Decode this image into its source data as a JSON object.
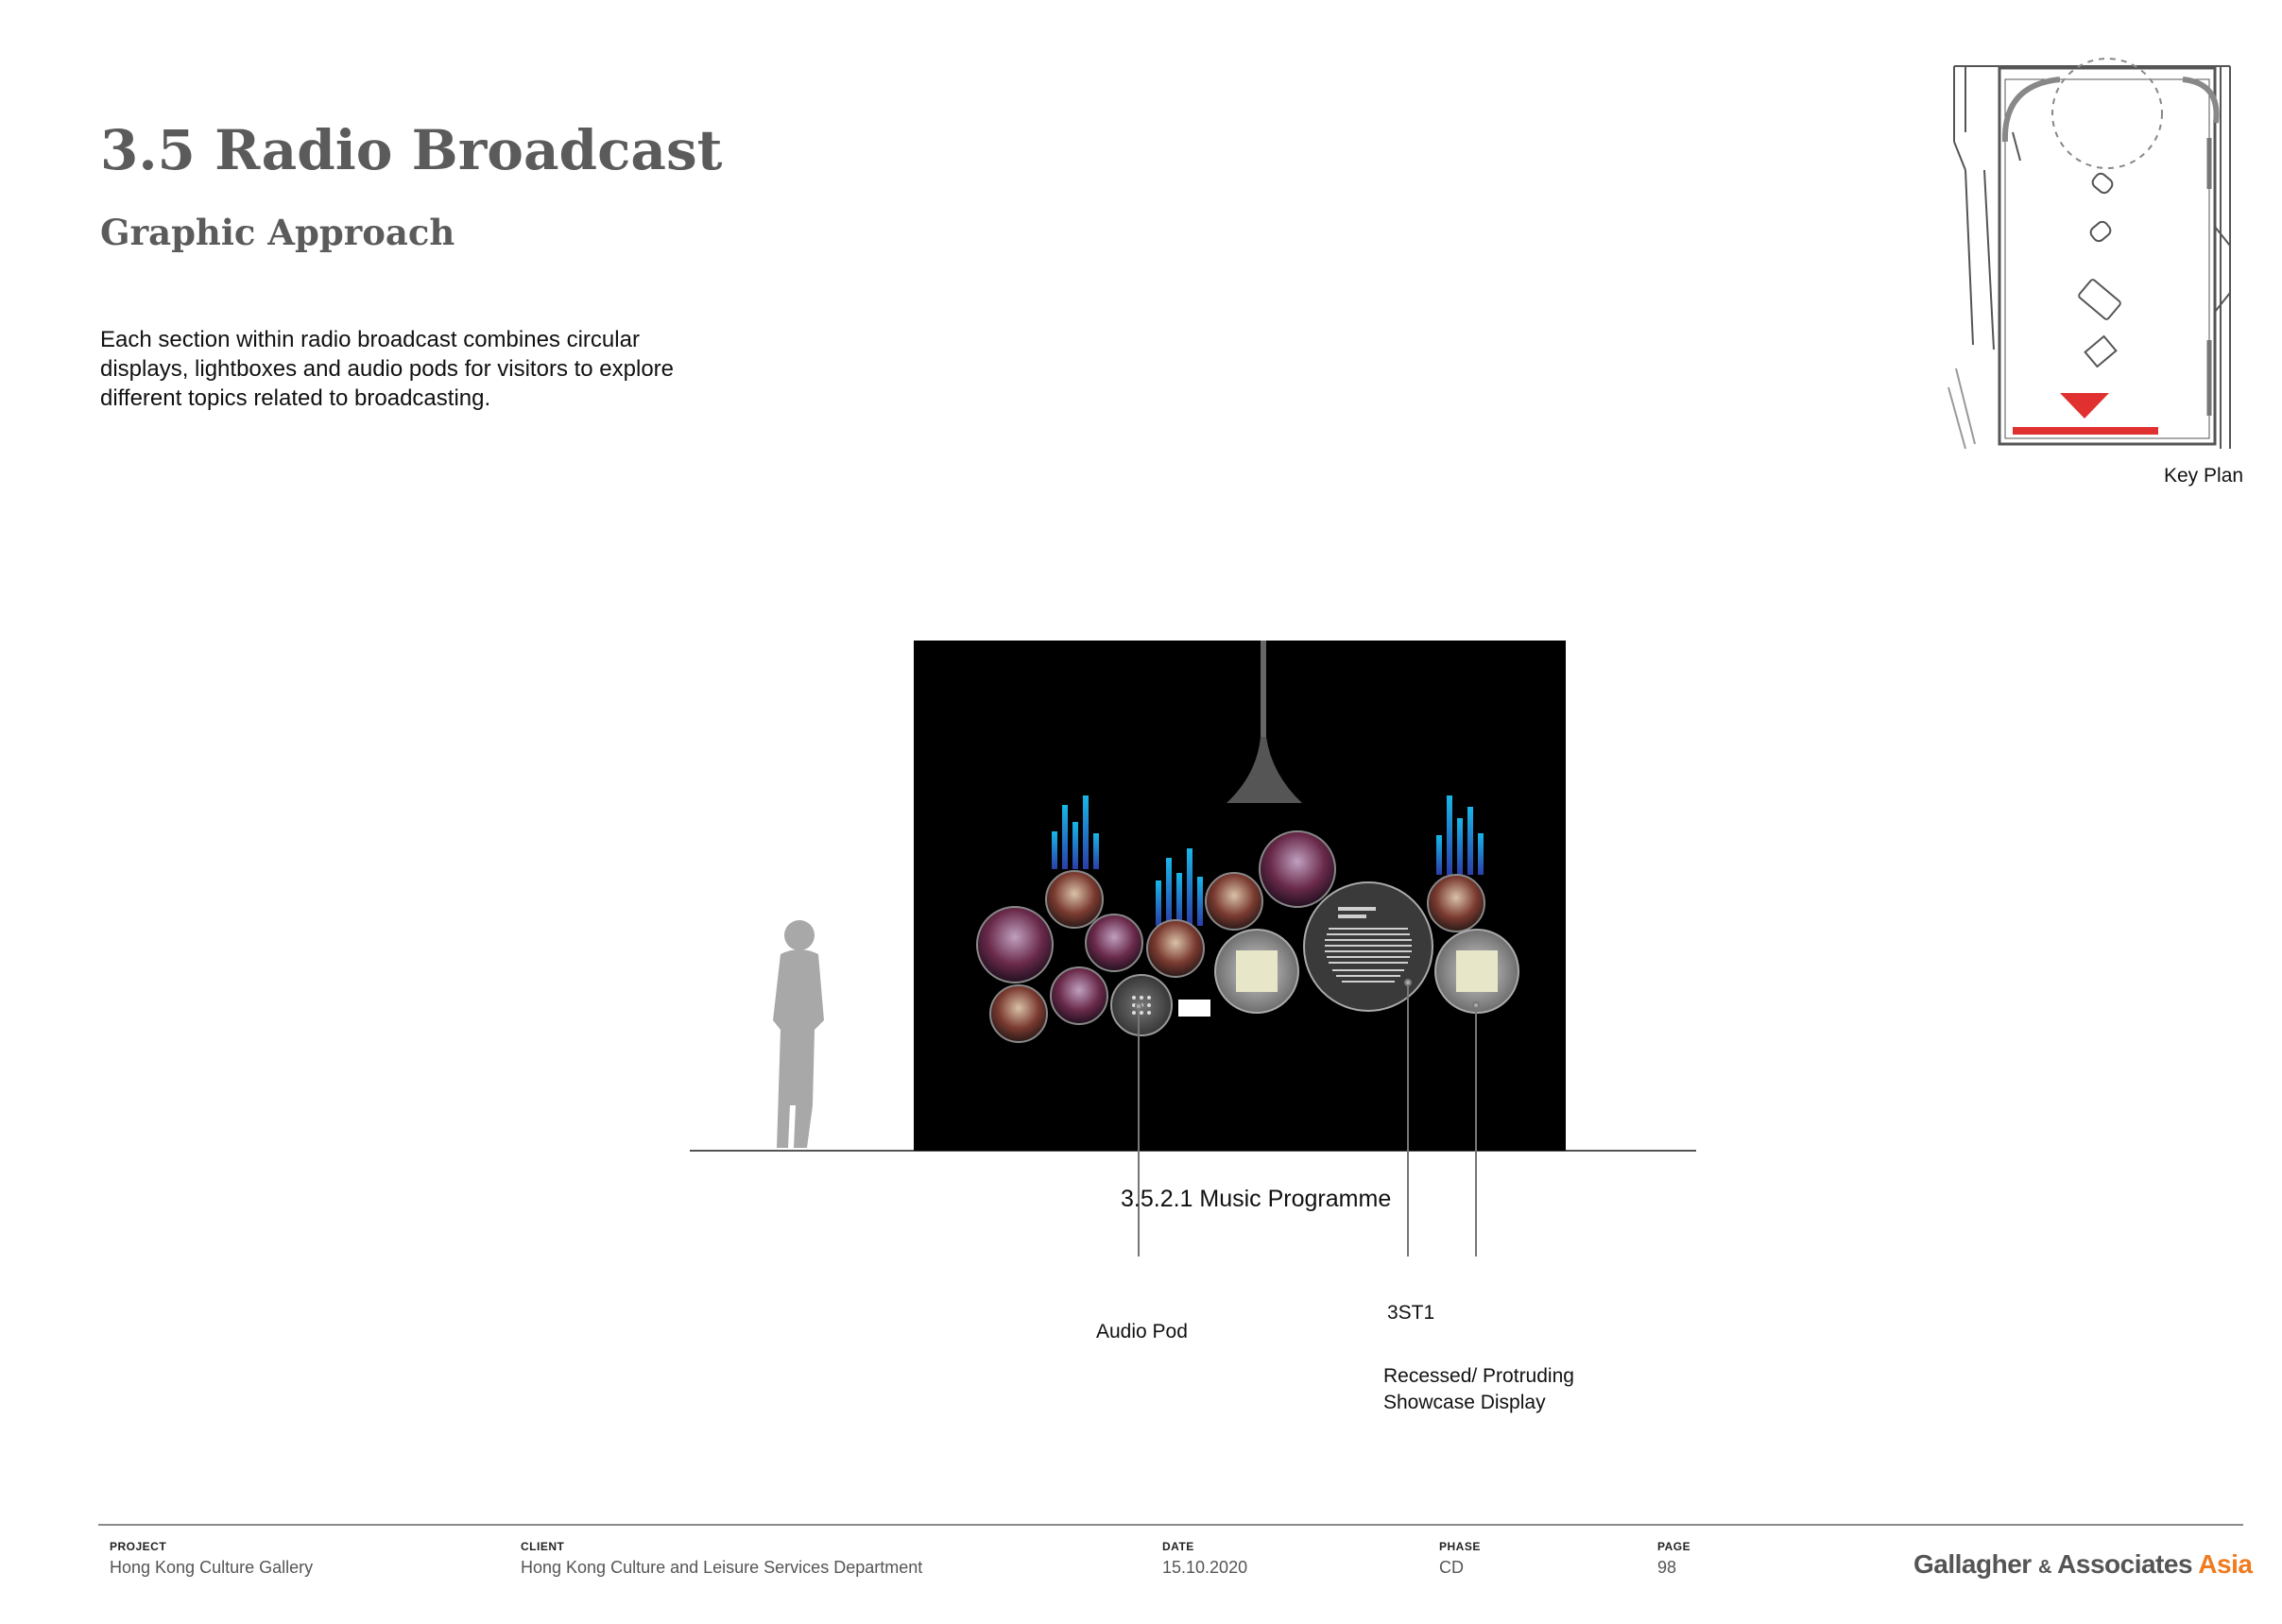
{
  "heading": {
    "title": "3.5 Radio Broadcast",
    "subtitle": "Graphic Approach",
    "intro": "Each section within radio broadcast combines circular displays, lightboxes and audio pods for visitors to explore different topics related to broadcasting."
  },
  "key_plan": {
    "label": "Key Plan",
    "accent_color": "#e03030"
  },
  "elevation": {
    "section_caption": "3.5.2.1 Music Programme",
    "callouts": {
      "audio_pod": "Audio Pod",
      "st1": "3ST1",
      "showcase_line1": "Recessed/ Protruding",
      "showcase_line2": "Showcase Display"
    },
    "panel_color": "#000000",
    "equalizer_color": "#1aa0e0"
  },
  "footer": {
    "project_label": "PROJECT",
    "project_value": "Hong Kong Culture Gallery",
    "client_label": "CLIENT",
    "client_value": "Hong Kong Culture and Leisure Services Department",
    "date_label": "DATE",
    "date_value": "15.10.2020",
    "phase_label": "PHASE",
    "phase_value": "CD",
    "page_label": "PAGE",
    "page_value": "98",
    "brand_main": "Gallagher",
    "brand_amp": "&",
    "brand_assoc": "Associates",
    "brand_asia": "Asia",
    "brand_accent_color": "#f07a1e"
  }
}
